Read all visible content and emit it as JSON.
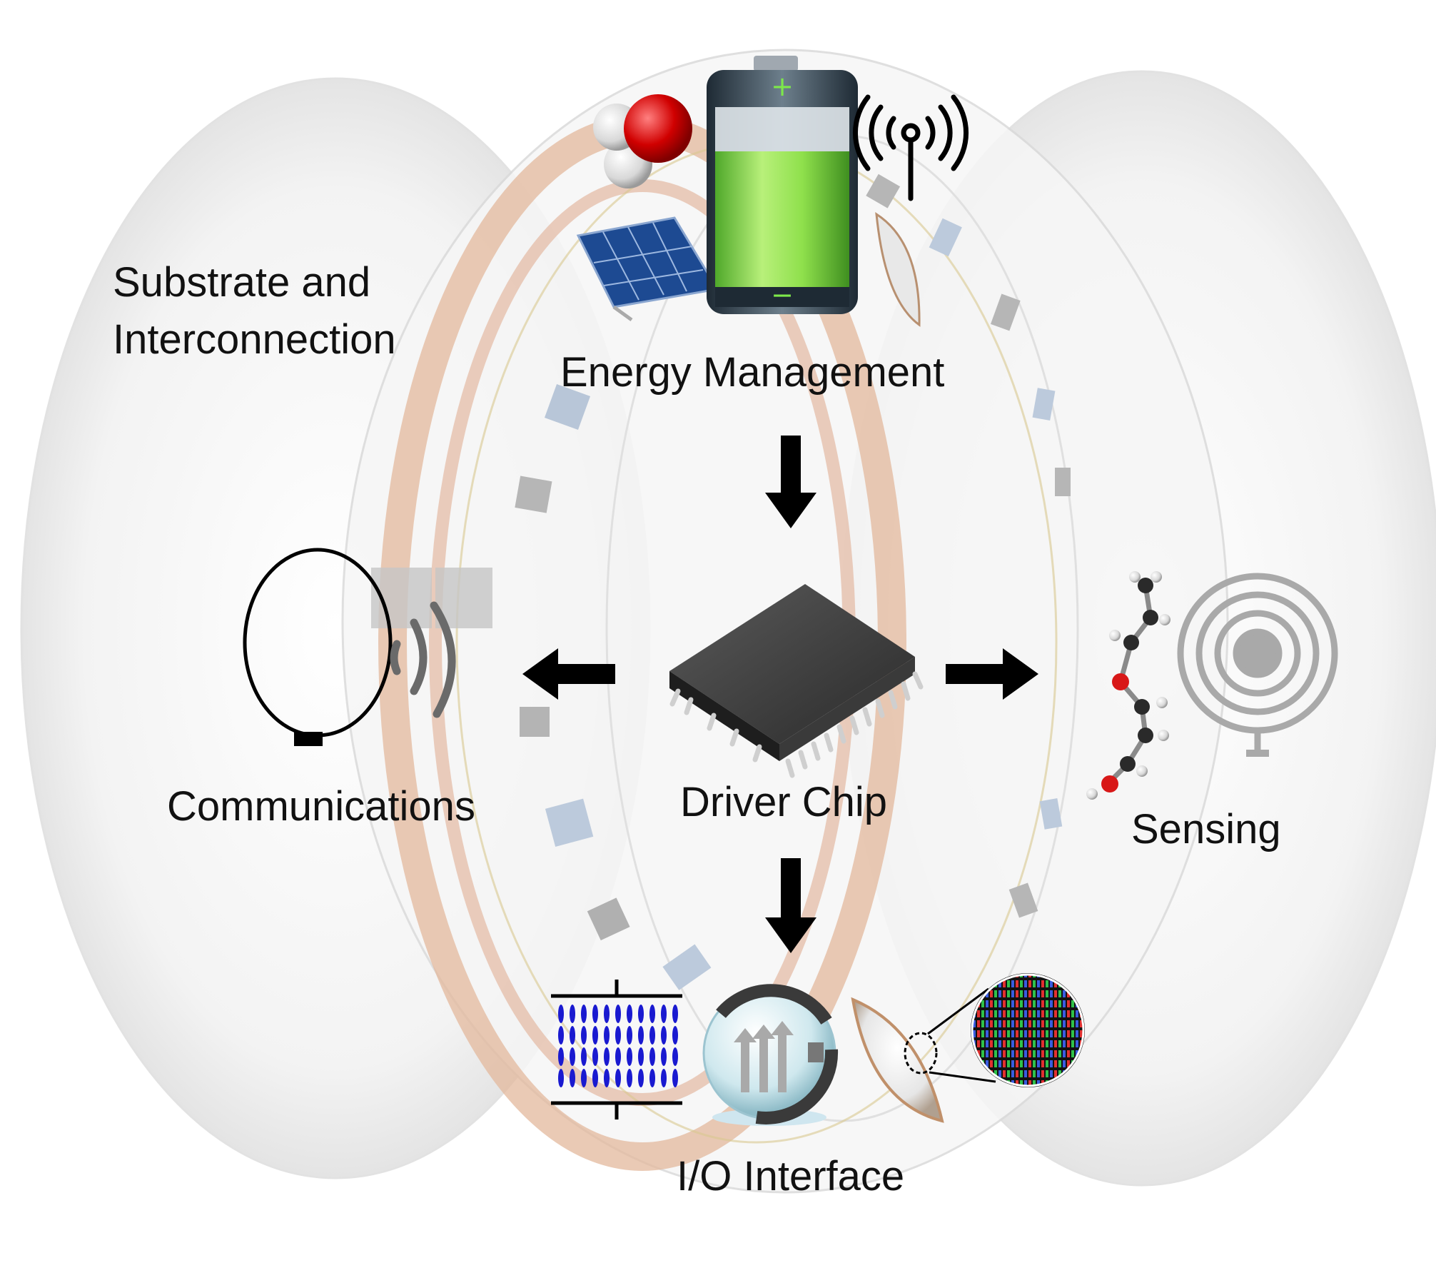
{
  "labels": {
    "substrate_line1": "Substrate and",
    "substrate_line2": "Interconnection",
    "energy": "Energy Management",
    "driver": "Driver Chip",
    "communications": "Communications",
    "sensing": "Sensing",
    "io": "I/O Interface"
  },
  "icons": {
    "battery": "battery-icon",
    "water_molecule": "water-molecule-icon",
    "solar_panel": "solar-panel-icon",
    "antenna": "wireless-antenna-icon",
    "chip": "driver-chip-icon",
    "loop_antenna": "loop-antenna-icon",
    "molecule": "organic-molecule-icon",
    "spiral_electrode": "spiral-electrode-icon",
    "liquid_crystal": "liquid-crystal-cell-icon",
    "spin_sphere": "spin-sphere-icon",
    "lens_display": "lens-display-icon",
    "pixel_array": "pixel-array-icon"
  },
  "colors": {
    "arrow": "#000000",
    "battery_fill": "#7de84a",
    "copper_ring": "#d9a88a",
    "lens": "#f0f0f0",
    "text": "#111111"
  }
}
